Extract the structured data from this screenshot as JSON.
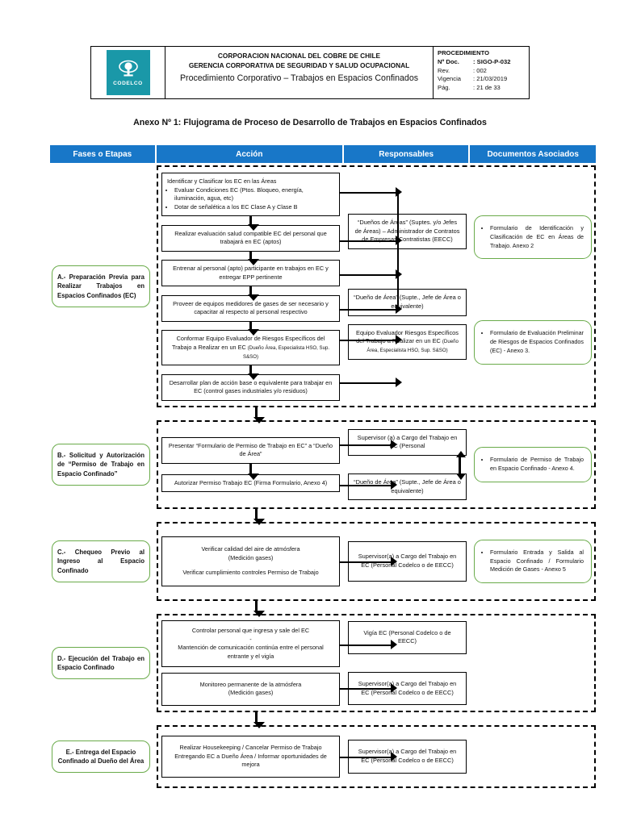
{
  "header": {
    "logo_name": "codelco-logo",
    "logo_word": "CODELCO",
    "company_line1": "CORPORACION NACIONAL DEL COBRE DE CHILE",
    "company_line2": "GERENCIA CORPORATIVA DE SEGURIDAD Y SALUD OCUPACIONAL",
    "doc_title": "Procedimiento Corporativo – Trabajos en Espacios Confinados",
    "meta_title": "PROCEDIMIENTO",
    "meta": [
      {
        "key": "Nº Doc.",
        "value": ": SIGO-P-032"
      },
      {
        "key": "Rev.",
        "value": ": 002"
      },
      {
        "key": "Vigencia",
        "value": ": 21/03/2019"
      },
      {
        "key": "Pág.",
        "value": ": 21 de 33"
      }
    ]
  },
  "annex_title": "Anexo Nº 1: Flujograma de Proceso de Desarrollo de Trabajos en Espacios Confinados",
  "columns": [
    {
      "label": "Fases o Etapas"
    },
    {
      "label": "Acción"
    },
    {
      "label": "Responsables"
    },
    {
      "label": "Documentos Asociados"
    }
  ],
  "colors": {
    "header_blue": "#1877c8",
    "logo_teal": "#1a98a8",
    "phase_green": "#6aab4a",
    "box_black": "#000000"
  },
  "sections": {
    "a": {
      "phase": "A.-  Preparación  Previa  para Realizar Trabajos en Espacios Confinados (EC)",
      "actions": {
        "a1_line1": "Identificar y Clasificar los EC en las Áreas",
        "a1_line2": "Evaluar Condiciones EC (Ptos. Bloqueo, energía, iluminación, agua, etc)",
        "a1_line3": "Dotar de señalética a los EC Clase A y Clase B",
        "a2": "Realizar evaluación salud compatible EC del personal que trabajará en EC (aptos)",
        "a3": "Entrenar al personal (apto) participante en trabajos en EC y entregar EPP pertinente",
        "a4": "Proveer de equipos medidores de gases de ser necesario y capacitar al respecto al personal respectivo",
        "a5": "Conformar Equipo Evaluador de Riesgos Específicos del Trabajo a Realizar en un EC",
        "a5_small": "(Dueño Área, Especialista HSO, Sup. S&SO)",
        "a6": "Desarrollar plan de acción base o equivalente para trabajar en EC (control gases industriales y/o residuos)"
      },
      "responsables": {
        "r1": "“Dueños de Áreas” (Suptes. y/o Jefes de Áreas) – Administrador de Contratos de Empresas Contratistas (EECC)",
        "r2": "“Dueño de Área” (Supte., Jefe de Área o equivalente)",
        "r3": "Equipo Evaluador Riesgos Específicos del Trabajo a Realizar en un EC",
        "r3_small": "(Dueño Área, Especialista HSO, Sup. S&SO)"
      },
      "documents": {
        "d1": "Formulario de Identificación y Clasificación de EC en Áreas de Trabajo. Anexo 2",
        "d2": "Formulario de Evaluación Preliminar de Riesgos de Espacios Confinados (EC) - Anexo 3."
      }
    },
    "b": {
      "phase": "B.- Solicitud y Autorización de “Permiso de Trabajo en Espacio Confinado”",
      "actions": {
        "b1": "Presentar “Formulario de Permiso de Trabajo en EC” a “Dueño de Área”",
        "b2": "Autorizar Permiso Trabajo EC (Firma Formulario, Anexo 4)"
      },
      "responsables": {
        "r1": "Supervisor (a) a Cargo del Trabajo en EC (Personal",
        "r2": "“Dueño de Área” (Supte., Jefe de Área o equivalente)"
      },
      "documents": {
        "d1": "Formulario de Permiso de Trabajo en Espacio Confinado - Anexo 4."
      }
    },
    "c": {
      "phase": "C.- Chequeo Previo al Ingreso al Espacio Confinado",
      "actions": {
        "c1_line1": "Verificar calidad del aire de atmósfera",
        "c1_line2": "(Medición gases)",
        "c1_line3": "Verificar cumplimiento controles Permiso de Trabajo"
      },
      "responsables": {
        "r1": "Supervisor(a) a Cargo del Trabajo en EC (Personal Codelco o de EECC)"
      },
      "documents": {
        "d1": "Formulario Entrada y Salida al Espacio Confinado / Formulario Medición de Gases - Anexo 5"
      }
    },
    "d": {
      "phase": "D.- Ejecución del Trabajo en Espacio Confinado",
      "actions": {
        "d1_line1": "Controlar personal que ingresa y sale del EC",
        "d1_line2": "-",
        "d1_line3": "Mantención de comunicación continúa entre el personal entrante y el vigía",
        "d2_line1": "Monitoreo permanente de la atmósfera",
        "d2_line2": "(Medición gases)"
      },
      "responsables": {
        "r1": "Vigía EC (Personal Codelco o de EECC)",
        "r2": "Supervisor(a) a Cargo del Trabajo en EC (Personal Codelco o de EECC)"
      }
    },
    "e": {
      "phase": "E.- Entrega del Espacio Confinado al Dueño del Área",
      "actions": {
        "e1": "Realizar Housekeeping / Cancelar Permiso de Trabajo Entregando EC a Dueño Área / Informar oportunidades de mejora"
      },
      "responsables": {
        "r1": "Supervisor(a) a Cargo del Trabajo en EC (Personal Codelco o de EECC)"
      }
    }
  }
}
